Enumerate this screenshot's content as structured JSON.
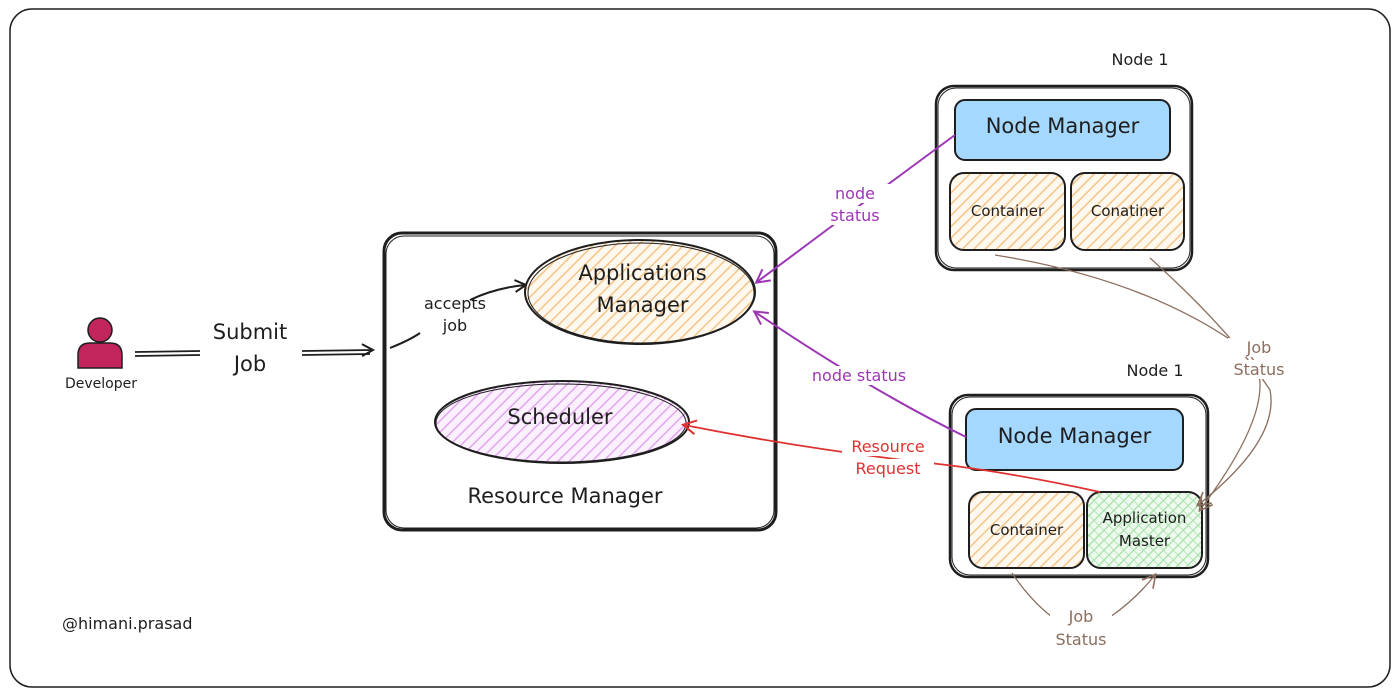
{
  "diagram": {
    "colors": {
      "stroke": "#1e1e1e",
      "orange_fill": "#f5c488",
      "purple_fill": "#e3a6f0",
      "green_fill": "#a6e0a8",
      "blue_fill": "#a5d8ff",
      "purple_arrow": "#9c36b5",
      "red_arrow": "#e03131",
      "brown_arrow": "#8c6e5e",
      "developer_icon": "#c2255c"
    },
    "developer": {
      "icon": "user-icon",
      "label": "Developer"
    },
    "submit_job": {
      "line1": "Submit",
      "line2": "Job"
    },
    "resource_manager": {
      "title": "Resource Manager",
      "applications_manager": {
        "line1": "Applications",
        "line2": "Manager"
      },
      "scheduler": "Scheduler",
      "accepts_job": {
        "line1": "accepts",
        "line2": "job"
      }
    },
    "node_top": {
      "label": "Node 1",
      "node_manager": "Node Manager",
      "container_left": "Container",
      "container_right": "Conatiner"
    },
    "node_bottom": {
      "label": "Node 1",
      "node_manager": "Node Manager",
      "container": "Container",
      "application_master": {
        "line1": "Application",
        "line2": "Master"
      }
    },
    "arrows": {
      "node_status_top": {
        "line1": "node",
        "line2": "status"
      },
      "node_status_bottom": "node status",
      "resource_request": {
        "line1": "Resource",
        "line2": "Request"
      },
      "job_status_right": {
        "line1": "Job",
        "line2": "Status"
      },
      "job_status_bottom": {
        "line1": "Job",
        "line2": "Status"
      }
    },
    "credit": "@himani.prasad"
  }
}
